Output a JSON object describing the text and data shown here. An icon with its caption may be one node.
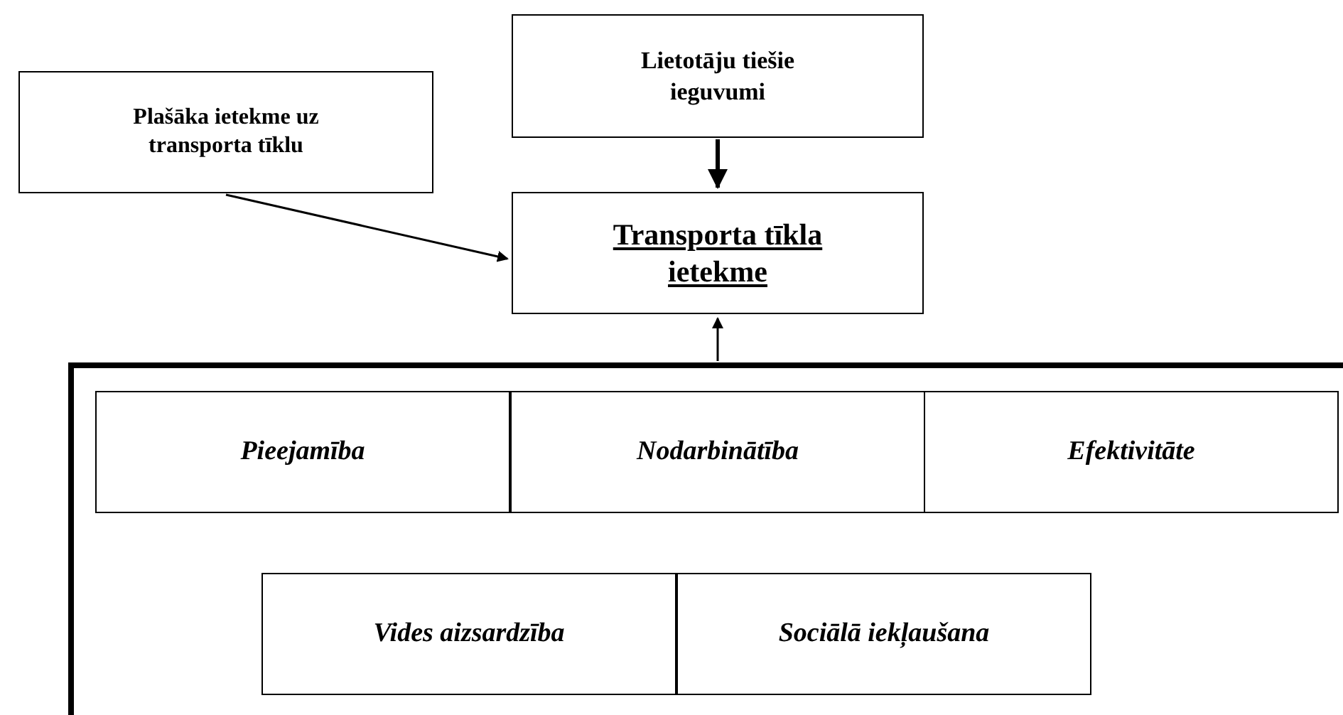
{
  "diagram": {
    "nodes": [
      {
        "text": [
          "Lietotāju tiešie ieguvumi"
        ]
      },
      {
        "text": [
          "Plašāka ietekme uz transporta tīklu"
        ]
      },
      {
        "text": [
          "Transporta tīkla ietekme"
        ]
      },
      {
        "text": [],
        "shape": "box"
      },
      {
        "text": [
          "Pieejamība"
        ],
        "in": 3
      },
      {
        "text": [
          "Nodarbinātība"
        ],
        "in": 3
      },
      {
        "text": [
          "Efektivitāte"
        ],
        "in": 3
      },
      {
        "text": [
          "Vides aizsardzība"
        ],
        "in": 3
      },
      {
        "text": [
          "Sociālā iekļaušana"
        ],
        "in": 3
      }
    ],
    "edges": [
      {
        "from": 1,
        "to": 2,
        "arrow": "to"
      },
      {
        "from": 0,
        "to": 2,
        "arrow": "to",
        "style": "thick"
      },
      {
        "from": 3,
        "to": 2,
        "arrow": "to"
      }
    ]
  }
}
